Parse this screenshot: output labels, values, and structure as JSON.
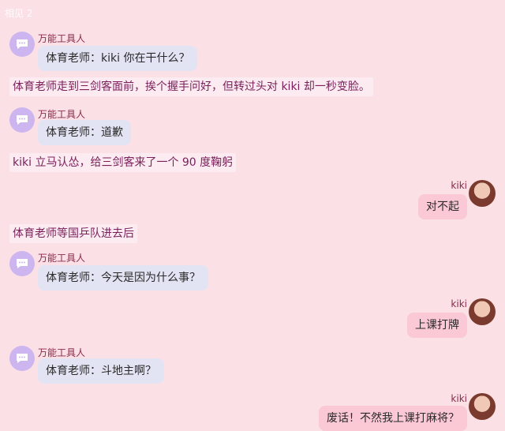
{
  "watermark": "相见 2",
  "bot_name": "万能工具人",
  "user_name": "kiki",
  "messages": [
    {
      "type": "bot",
      "text": "体育老师：kiki 你在干什么？"
    },
    {
      "type": "narration",
      "text": "体育老师走到三剑客面前，挨个握手问好，但转过头对 kiki 却一秒变脸。"
    },
    {
      "type": "bot",
      "text": "体育老师：道歉"
    },
    {
      "type": "narration",
      "text": "kiki 立马认怂，给三剑客来了一个 90 度鞠躬"
    },
    {
      "type": "user",
      "text": "对不起"
    },
    {
      "type": "narration",
      "text": "体育老师等国乒队进去后"
    },
    {
      "type": "bot",
      "text": "体育老师：今天是因为什么事？"
    },
    {
      "type": "user",
      "text": "上课打牌"
    },
    {
      "type": "bot",
      "text": "体育老师：斗地主啊？"
    },
    {
      "type": "user",
      "text": "废话！不然我上课打麻将？"
    }
  ],
  "colors": {
    "background": "#fbe0e6",
    "bot_bubble": "#e3e4f3",
    "user_bubble": "#fbc9d6",
    "narration_text": "#7a1f5a"
  }
}
